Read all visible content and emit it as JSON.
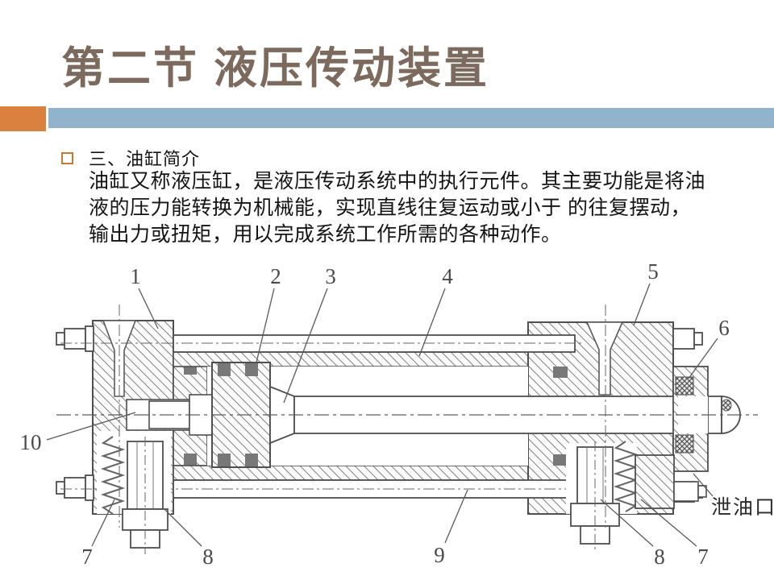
{
  "slide": {
    "title": "第二节  液压传动装置",
    "heading": "三、油缸简介",
    "body_lines": [
      "油缸又称液压缸，是液压传动系统中的执行元件。其主要功能是将油",
      "液的压力能转换为机械能，实现直线往复运动或小于 的往复摆动，",
      "输出力或扭矩，用以完成系统工作所需的各种动作。"
    ],
    "colors": {
      "title_text": "#7b6a5d",
      "accent_bar_blue": "#92b3cc",
      "accent_block_orange": "#d9823f",
      "bullet_border": "#c07a3c",
      "body_text": "#141414"
    }
  },
  "diagram": {
    "description": "油缸（液压缸）剖面结构图，带编号引线标注",
    "part_labels": [
      {
        "text": "1"
      },
      {
        "text": "2"
      },
      {
        "text": "3"
      },
      {
        "text": "4"
      },
      {
        "text": "5"
      },
      {
        "text": "6"
      },
      {
        "text": "7"
      },
      {
        "text": "8"
      },
      {
        "text": "9"
      },
      {
        "text": "10"
      },
      {
        "text": "7"
      },
      {
        "text": "8"
      },
      {
        "text": "泄油口"
      }
    ]
  }
}
